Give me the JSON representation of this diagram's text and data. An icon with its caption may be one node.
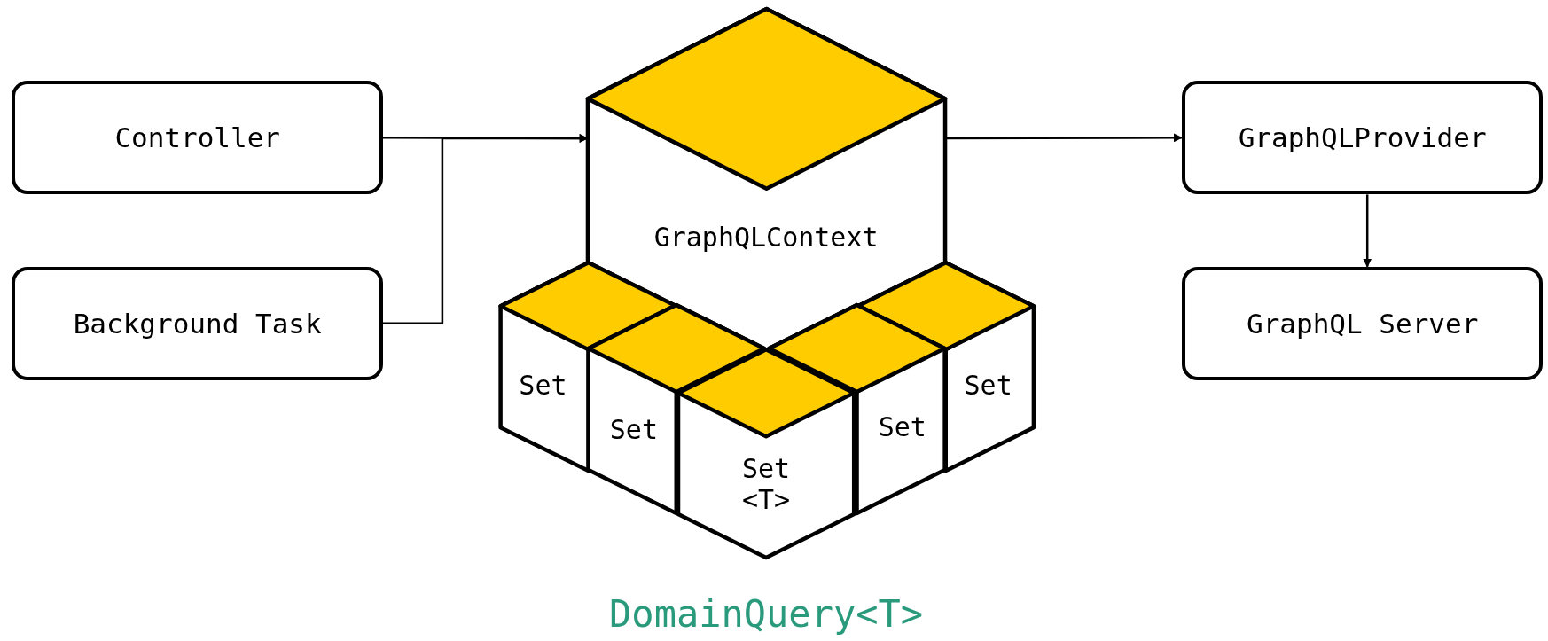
{
  "diagram": {
    "caption": "DomainQuery<T>",
    "nodes": [
      {
        "text": [
          "Controller"
        ]
      },
      {
        "text": [
          "Background Task"
        ]
      },
      {
        "text": [
          "GraphQLContext"
        ]
      },
      {
        "text": [
          "Set"
        ]
      },
      {
        "text": [
          "Set"
        ]
      },
      {
        "text": [
          "Set <T>"
        ]
      },
      {
        "text": [
          "Set"
        ]
      },
      {
        "text": [
          "Set"
        ]
      },
      {
        "text": [
          "GraphQLProvider"
        ]
      },
      {
        "text": [
          "GraphQL Server"
        ]
      }
    ],
    "edges": [
      {
        "from": 0,
        "to": 2,
        "arrow": "to"
      },
      {
        "from": 1,
        "to": 2,
        "arrow": "to"
      },
      {
        "from": 2,
        "to": 8,
        "arrow": "to"
      },
      {
        "from": 8,
        "to": 9,
        "arrow": "to"
      }
    ]
  }
}
